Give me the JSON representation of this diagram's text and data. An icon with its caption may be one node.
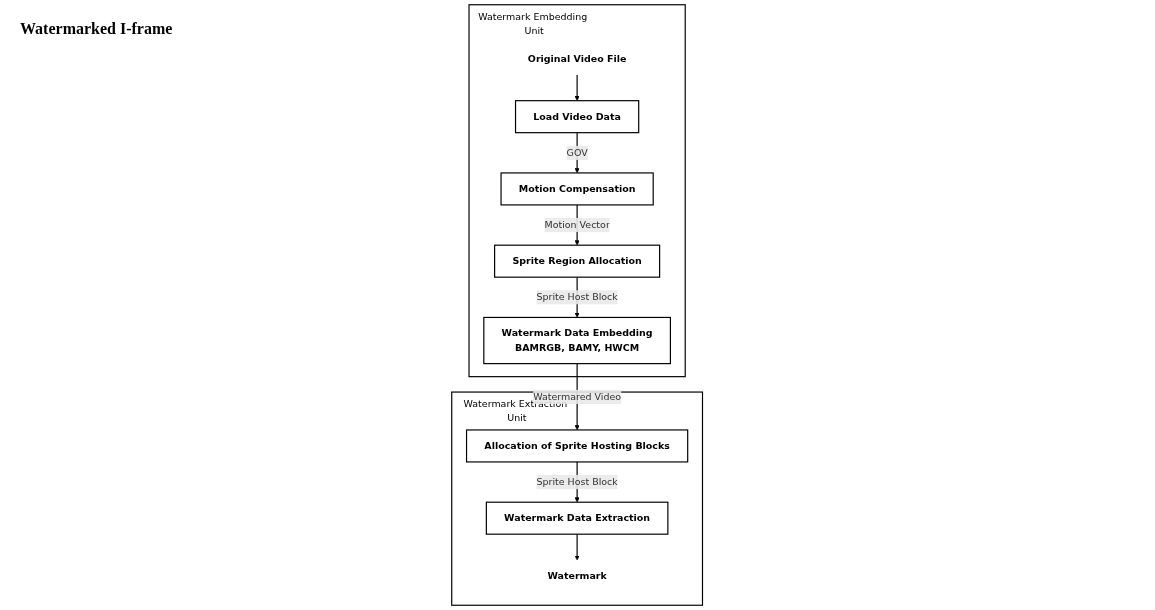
{
  "diagram": {
    "nodes": [
      {
        "text": [
          "Watermark Embedding Unit"
        ]
      },
      {
        "text": [
          "Original Video File"
        ],
        "in": 0
      },
      {
        "text": [
          "Load Video Data"
        ],
        "in": 0
      },
      {
        "text": [
          "Motion Compensation"
        ],
        "in": 0
      },
      {
        "text": [
          "Sprite Region Allocation"
        ],
        "in": 0
      },
      {
        "text": [
          "Watermark Data Embedding",
          "BAMRGB, BAMY, HWCM"
        ],
        "in": 0
      },
      {
        "text": [
          "Watermark Extraction Unit"
        ]
      },
      {
        "text": [
          "Watermark"
        ],
        "in": 6
      },
      {
        "text": [
          "Watermark Data Extraction"
        ],
        "in": 6
      },
      {
        "text": [
          "Allocation of Sprite Hosting Blocks"
        ],
        "in": 6
      }
    ],
    "edges": [
      {
        "from": 1,
        "to": 2,
        "arrow": "to"
      },
      {
        "from": 2,
        "to": 3,
        "label": "GOV",
        "arrow": "to"
      },
      {
        "from": 3,
        "to": 4,
        "label": "Motion Vector",
        "arrow": "to"
      },
      {
        "from": 4,
        "to": 5,
        "label": "Sprite Host Block",
        "arrow": "to"
      },
      {
        "from": 5,
        "to": 9,
        "label": "Watermared Video",
        "arrow": "to"
      },
      {
        "from": 9,
        "to": 8,
        "label": "Sprite Host Block",
        "arrow": "to"
      },
      {
        "from": 8,
        "to": 7,
        "arrow": "to"
      }
    ],
    "labels": [
      "Watermarked I-frame"
    ]
  }
}
